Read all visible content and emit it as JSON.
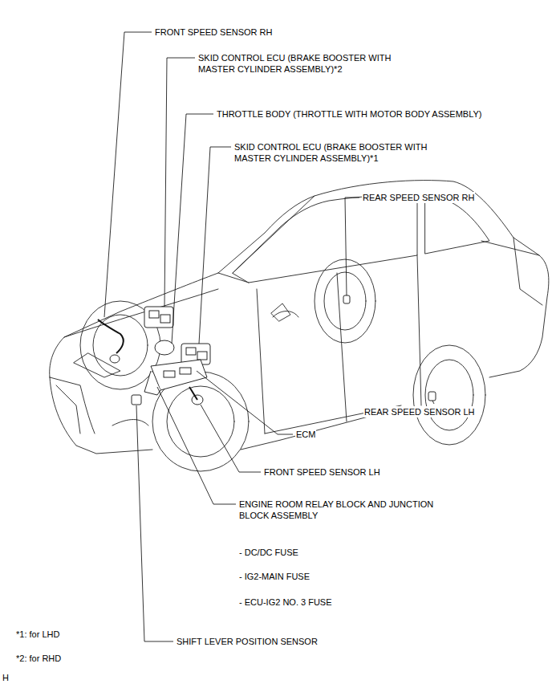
{
  "diagram": {
    "labels": [
      "FRONT SPEED SENSOR RH",
      "SKID CONTROL ECU (BRAKE BOOSTER WITH MASTER CYLINDER ASSEMBLY)*2",
      "THROTTLE BODY (THROTTLE WITH MOTOR BODY ASSEMBLY)",
      "SKID CONTROL ECU (BRAKE BOOSTER WITH MASTER CYLINDER ASSEMBLY)*1",
      "REAR SPEED SENSOR RH",
      "REAR SPEED SENSOR LH",
      "ECM",
      "FRONT SPEED SENSOR LH",
      "ENGINE ROOM RELAY BLOCK AND JUNCTION BLOCK ASSEMBLY",
      "- DC/DC FUSE",
      "- IG2-MAIN FUSE",
      "- ECU-IG2 NO. 3 FUSE",
      "SHIFT LEVER POSITION SENSOR",
      "*1: for LHD",
      "*2: for RHD",
      "H"
    ]
  }
}
